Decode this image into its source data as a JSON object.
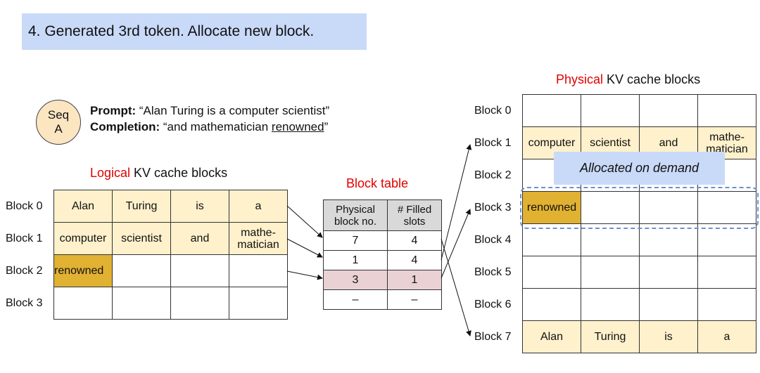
{
  "banner": {
    "text": "4. Generated 3rd token. Allocate new block."
  },
  "sequence": {
    "circle_line1": "Seq",
    "circle_line2": "A",
    "prompt_label": "Prompt:",
    "prompt_text": " “Alan Turing is a computer scientist”",
    "completion_label": "Completion:",
    "completion_text": " “and mathematician ",
    "completion_new_token": "renowned",
    "completion_close": "”"
  },
  "logical": {
    "title_highlight": "Logical",
    "title_rest": " KV cache blocks",
    "rows": [
      {
        "label": "Block 0",
        "cells": [
          "Alan",
          "Turing",
          "is",
          "a"
        ]
      },
      {
        "label": "Block 1",
        "cells": [
          "computer",
          "scientist",
          "and",
          "mathe-\nmatician"
        ]
      },
      {
        "label": "Block 2",
        "cells": [
          "renowned",
          "",
          "",
          ""
        ]
      },
      {
        "label": "Block 3",
        "cells": [
          "",
          "",
          "",
          ""
        ]
      }
    ]
  },
  "block_table": {
    "title": "Block table",
    "headers": [
      "Physical\nblock no.",
      "# Filled\nslots"
    ],
    "rows": [
      [
        "7",
        "4"
      ],
      [
        "1",
        "4"
      ],
      [
        "3",
        "1"
      ],
      [
        "–",
        "–"
      ]
    ]
  },
  "physical": {
    "title_highlight": "Physical",
    "title_rest": " KV cache blocks",
    "allocated_label": "Allocated on demand",
    "rows": [
      {
        "label": "Block 0",
        "cells": [
          "",
          "",
          "",
          ""
        ]
      },
      {
        "label": "Block 1",
        "cells": [
          "computer",
          "scientist",
          "and",
          "mathe-\nmatician"
        ]
      },
      {
        "label": "Block 2",
        "cells": [
          "",
          "",
          "",
          ""
        ]
      },
      {
        "label": "Block 3",
        "cells": [
          "renowned",
          "",
          "",
          ""
        ]
      },
      {
        "label": "Block 4",
        "cells": [
          "",
          "",
          "",
          ""
        ]
      },
      {
        "label": "Block 5",
        "cells": [
          "",
          "",
          "",
          ""
        ]
      },
      {
        "label": "Block 6",
        "cells": [
          "",
          "",
          "",
          ""
        ]
      },
      {
        "label": "Block 7",
        "cells": [
          "Alan",
          "Turing",
          "is",
          "a"
        ]
      }
    ]
  },
  "colors": {
    "filled_cell": "#fff1cc",
    "new_token_cell": "#e1b132",
    "highlight_row": "#ead1d4",
    "banner": "#c9daf8",
    "title_red": "#e00000"
  }
}
